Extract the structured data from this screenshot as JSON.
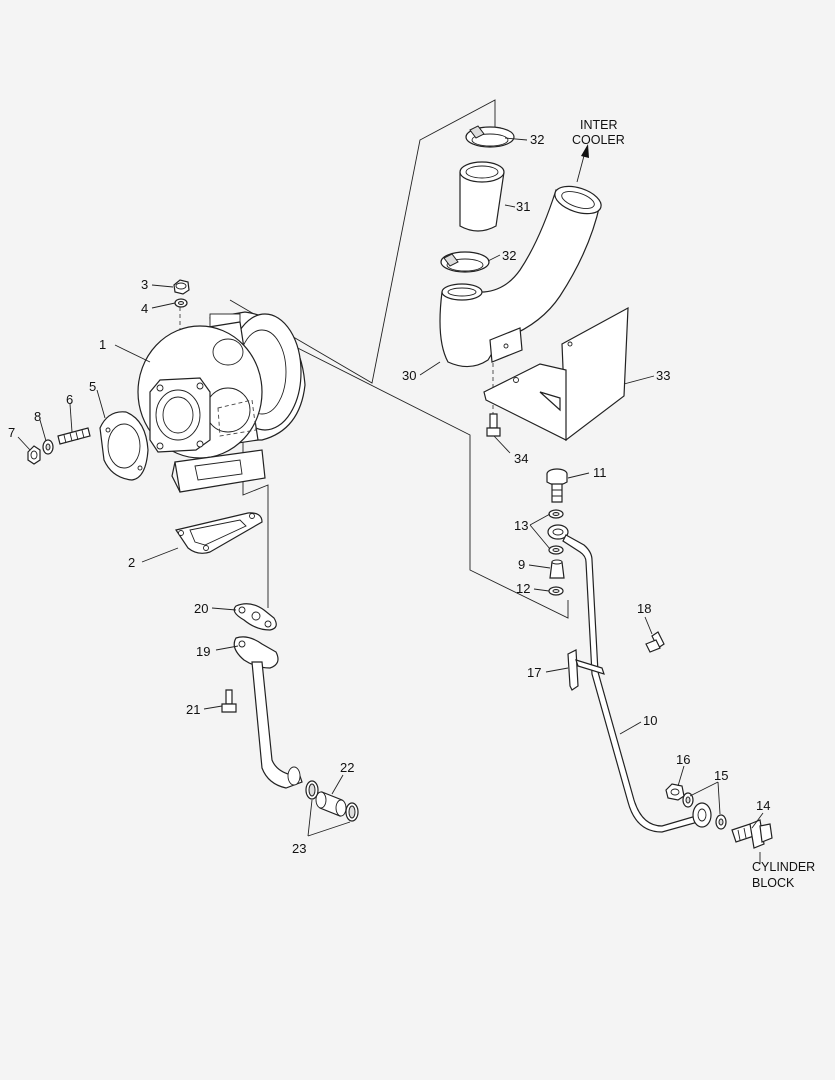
{
  "diagram": {
    "labels": {
      "p1": "1",
      "p2": "2",
      "p3": "3",
      "p4": "4",
      "p5": "5",
      "p6": "6",
      "p7": "7",
      "p8": "8",
      "p9": "9",
      "p10": "10",
      "p11": "11",
      "p12": "12",
      "p13": "13",
      "p14": "14",
      "p15": "15",
      "p16": "16",
      "p17": "17",
      "p18": "18",
      "p19": "19",
      "p20": "20",
      "p21": "21",
      "p22": "22",
      "p23": "23",
      "p30": "30",
      "p31": "31",
      "p32a": "32",
      "p32b": "32",
      "p33": "33",
      "p34": "34"
    },
    "notes": {
      "intercooler_line1": "INTER",
      "intercooler_line2": "COOLER",
      "cylinder_line1": "CYLINDER",
      "cylinder_line2": "BLOCK"
    }
  }
}
